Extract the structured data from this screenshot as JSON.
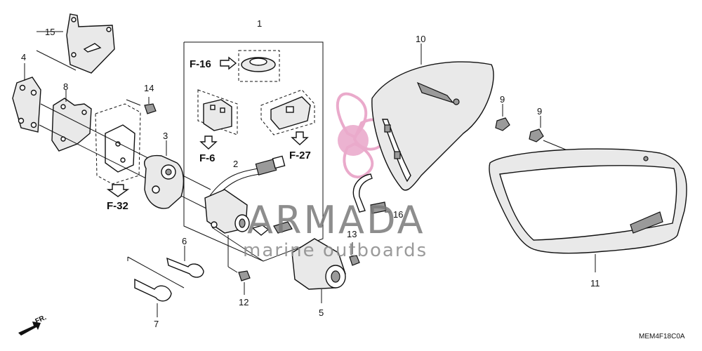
{
  "callouts": {
    "c1": "1",
    "c2": "2",
    "c3": "3",
    "c4": "4",
    "c5": "5",
    "c6": "6",
    "c7": "7",
    "c8": "8",
    "c9a": "9",
    "c9b": "9",
    "c10": "10",
    "c11": "11",
    "c12": "12",
    "c13": "13",
    "c14": "14",
    "c15": "15",
    "c16": "16"
  },
  "refs": {
    "f16": "F-16",
    "f6": "F-6",
    "f27": "F-27",
    "f32": "F-32"
  },
  "watermark": {
    "title": "ARMADA",
    "subtitle": "marine outboards",
    "accent": "#e79cc3"
  },
  "front_label": "FR.",
  "diagram_code": "MEM4F18C0A"
}
